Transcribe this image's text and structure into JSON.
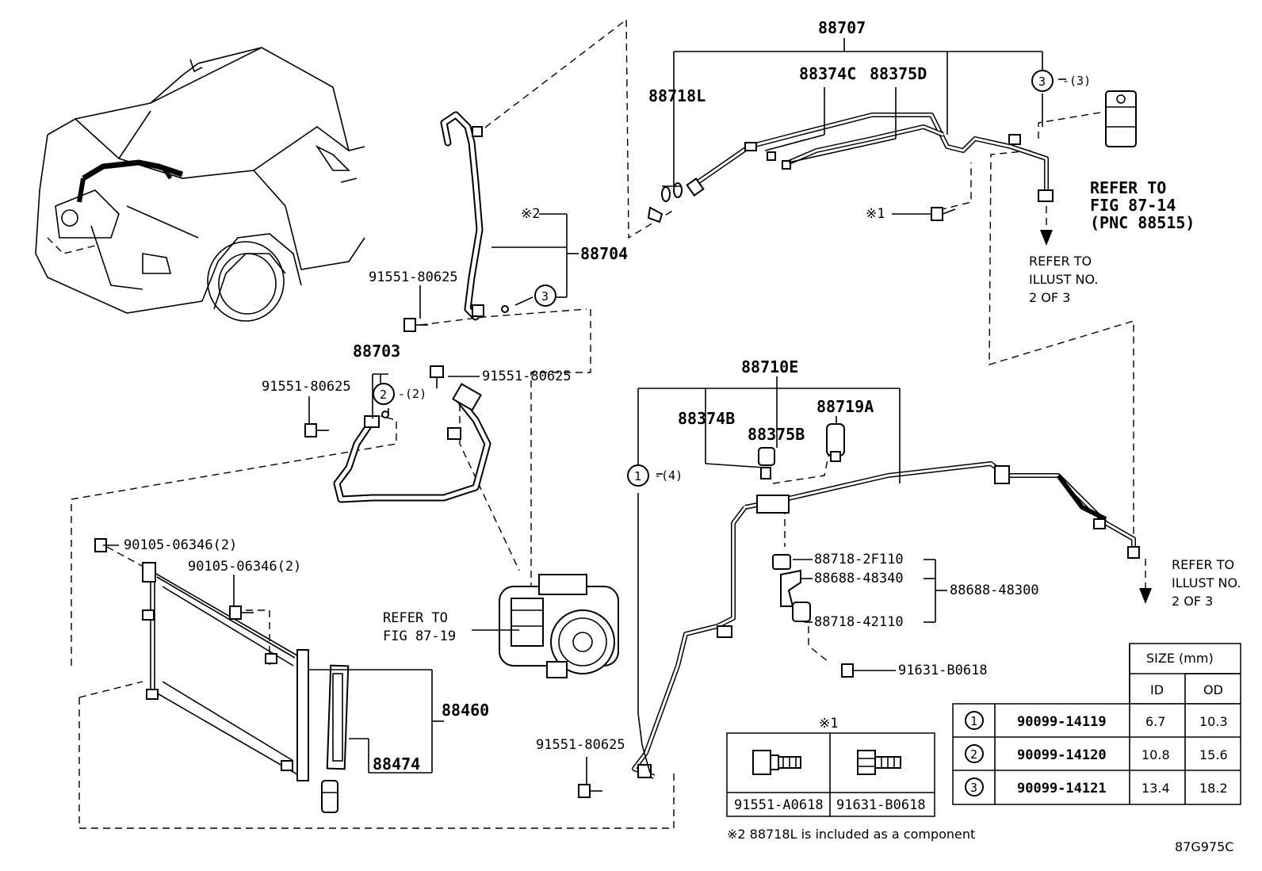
{
  "callouts": {
    "p88707": "88707",
    "p88718L": "88718L",
    "p88374C": "88374C",
    "p88375D": "88375D",
    "p88704": "88704",
    "note2mark": "※2",
    "note1mark": "※1",
    "p91551_a": "91551-80625",
    "p88703": "88703",
    "p91551_b": "91551-80625",
    "p91551_c": "91551-80625",
    "p90105_a": "90105-06346(2)",
    "p90105_b": "90105-06346(2)",
    "p88460": "88460",
    "p88474": "88474",
    "p91551_d": "91551-80625",
    "p88710E": "88710E",
    "p88374B": "88374B",
    "p88375B": "88375B",
    "p88719A": "88719A",
    "p88718_2F110": "88718-2F110",
    "p88688_48340": "88688-48340",
    "p88688_48300": "88688-48300",
    "p88718_42110": "88718-42110",
    "p91631": "91631-B0618",
    "oring3_qty": "-(3)",
    "oring2_qty": "-(2)",
    "oring4_qty": "-(4)",
    "circ1": "1",
    "circ2": "2",
    "circ3": "3"
  },
  "references": {
    "fig8714_l1": "REFER TO",
    "fig8714_l2": "FIG 87-14",
    "fig8714_l3": "(PNC 88515)",
    "illust_a_l1": "REFER TO",
    "illust_a_l2": "ILLUST NO.",
    "illust_a_l3": "2 OF 3",
    "illust_b_l1": "REFER TO",
    "illust_b_l2": "ILLUST NO.",
    "illust_b_l3": "2 OF 3",
    "fig8719_l1": "REFER TO",
    "fig8719_l2": "FIG 87-19"
  },
  "bolt_legend": {
    "mark": "※1",
    "bolts": [
      "91551-A0618",
      "91631-B0618"
    ]
  },
  "note2": "※2 88718L is included as a component",
  "diagram_code": "87G975C",
  "size_table": {
    "header": "SIZE (mm)",
    "col_id": "ID",
    "col_od": "OD",
    "rows": [
      {
        "mark": "1",
        "part": "90099-14119",
        "id": "6.7",
        "od": "10.3"
      },
      {
        "mark": "2",
        "part": "90099-14120",
        "id": "10.8",
        "od": "15.6"
      },
      {
        "mark": "3",
        "part": "90099-14121",
        "id": "13.4",
        "od": "18.2"
      }
    ]
  }
}
